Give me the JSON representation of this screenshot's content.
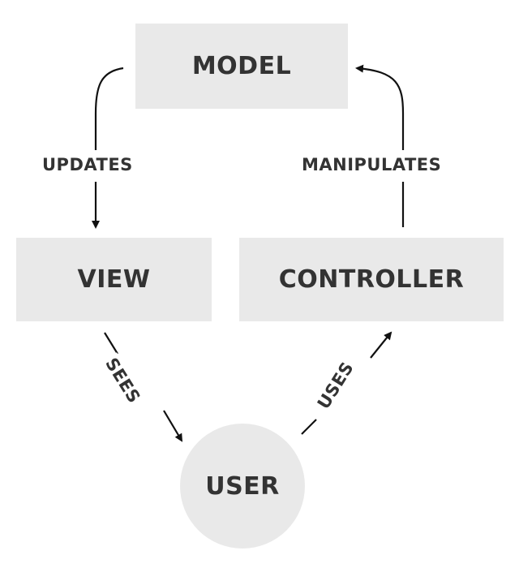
{
  "nodes": {
    "model": "MODEL",
    "view": "VIEW",
    "controller": "CONTROLLER",
    "user": "USER"
  },
  "edges": {
    "updates": "UPDATES",
    "manipulates": "MANIPULATES",
    "sees": "SEES",
    "uses": "USES"
  },
  "colors": {
    "node_fill": "#e9e9e9",
    "text": "#333333",
    "line": "#111111",
    "background": "#ffffff"
  }
}
